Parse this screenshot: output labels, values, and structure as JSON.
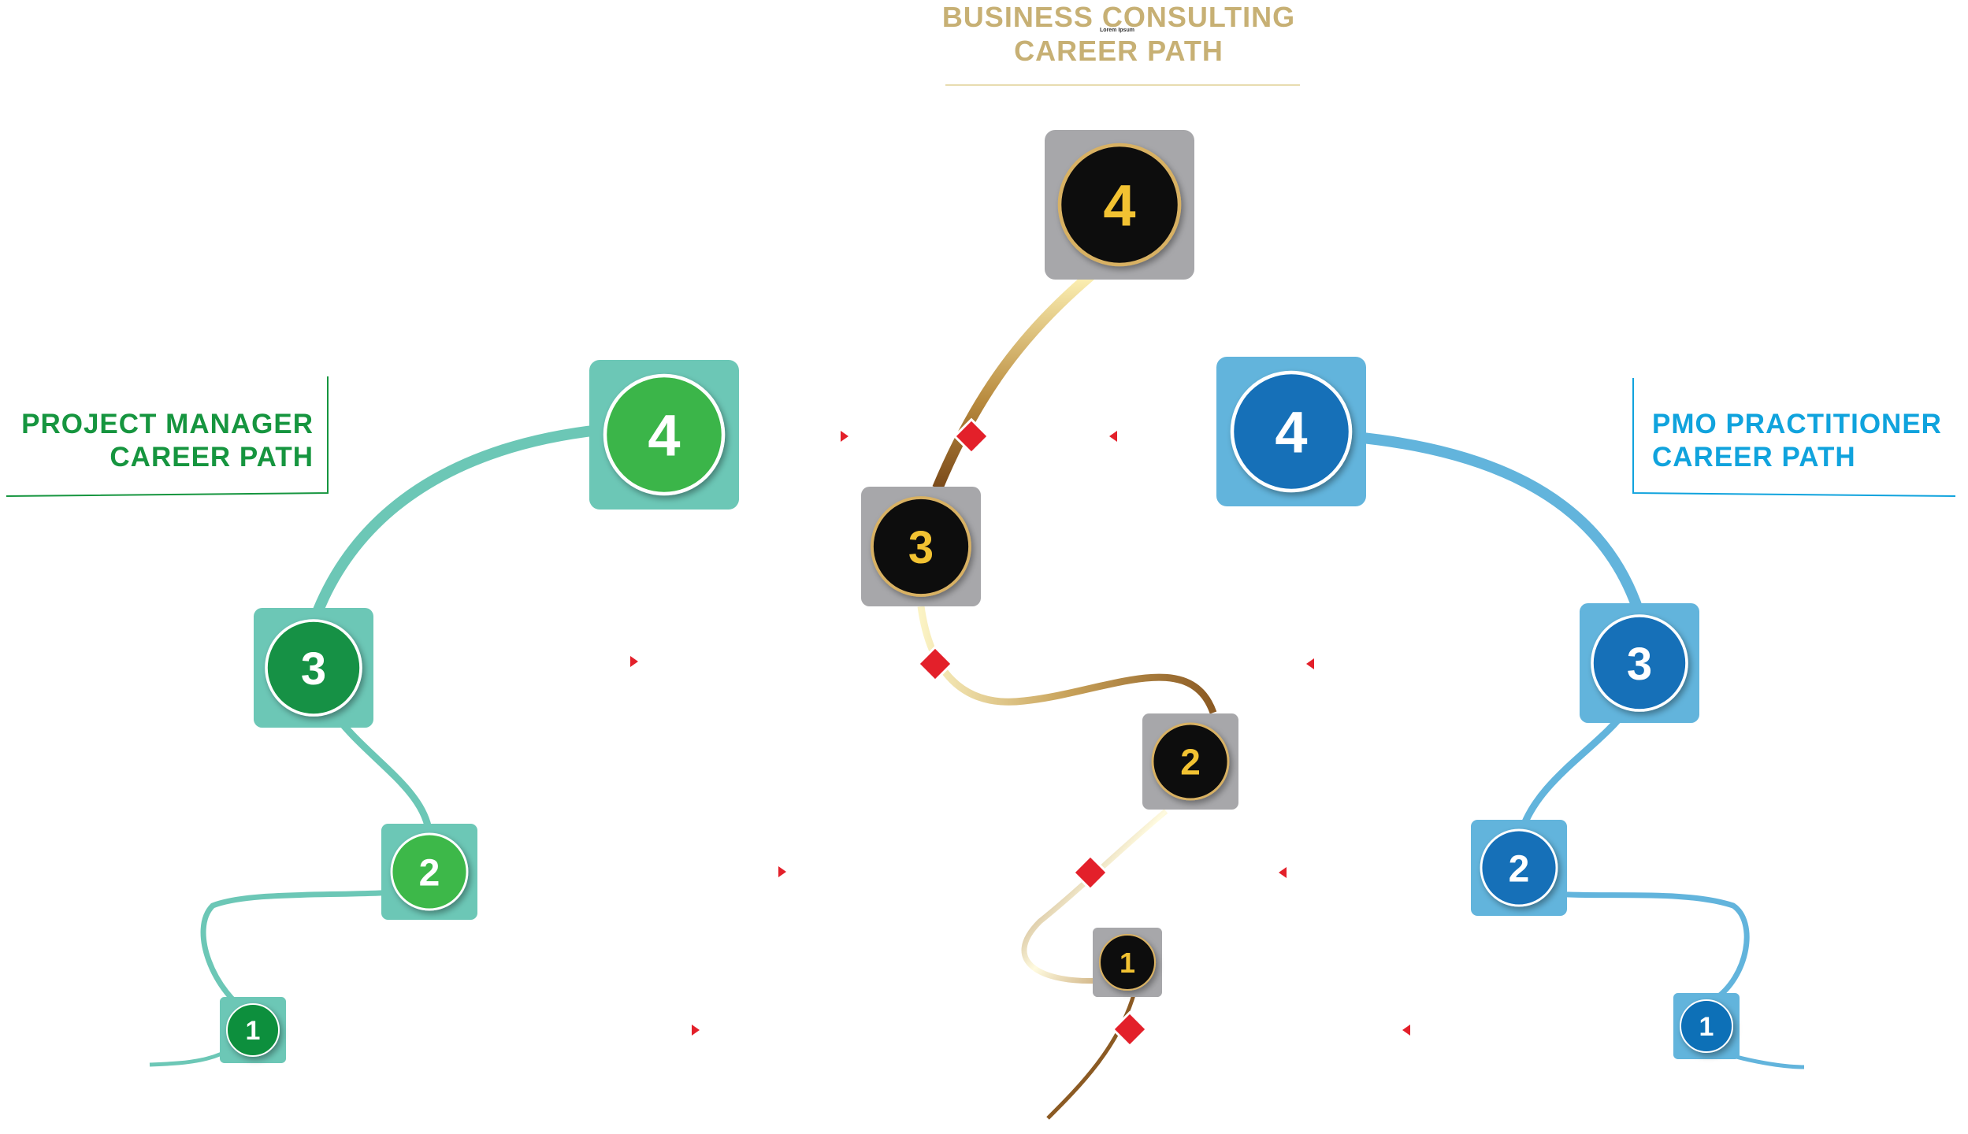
{
  "titles": {
    "business": {
      "line1": "BUSINESS CONSULTING",
      "line2": "CAREER PATH",
      "sub": "Lorem Ipsum",
      "color": "#c7b074"
    },
    "project": {
      "line1": "PROJECT MANAGER",
      "line2": "CAREER PATH",
      "color": "#16953f"
    },
    "pmo": {
      "line1": "PMO PRACTITIONER",
      "line2": "CAREER PATH",
      "color": "#10a3dd"
    }
  },
  "paths": {
    "project": {
      "square_color": "#6cc7b6",
      "line_color": "#6cc7b6",
      "steps": [
        {
          "label": "1",
          "circle_color": "#0d8f3c"
        },
        {
          "label": "2",
          "circle_color": "#3cb84a"
        },
        {
          "label": "3",
          "circle_color": "#149144"
        },
        {
          "label": "4",
          "circle_color": "#3ab54a"
        }
      ]
    },
    "business": {
      "square_color": "#a7a7aa",
      "circle_color": "#0c0c0c",
      "number_color": "#f2c232",
      "line_color": "#8b5a23",
      "steps": [
        {
          "label": "1"
        },
        {
          "label": "2"
        },
        {
          "label": "3"
        },
        {
          "label": "4"
        }
      ]
    },
    "pmo": {
      "square_color": "#62b4dc",
      "line_color": "#62b4dc",
      "steps": [
        {
          "label": "1",
          "circle_color": "#0e6fb7"
        },
        {
          "label": "2",
          "circle_color": "#1570b8"
        },
        {
          "label": "3",
          "circle_color": "#1570b8"
        },
        {
          "label": "4",
          "circle_color": "#1570b8"
        }
      ]
    }
  },
  "accent_color": "#e3202a"
}
